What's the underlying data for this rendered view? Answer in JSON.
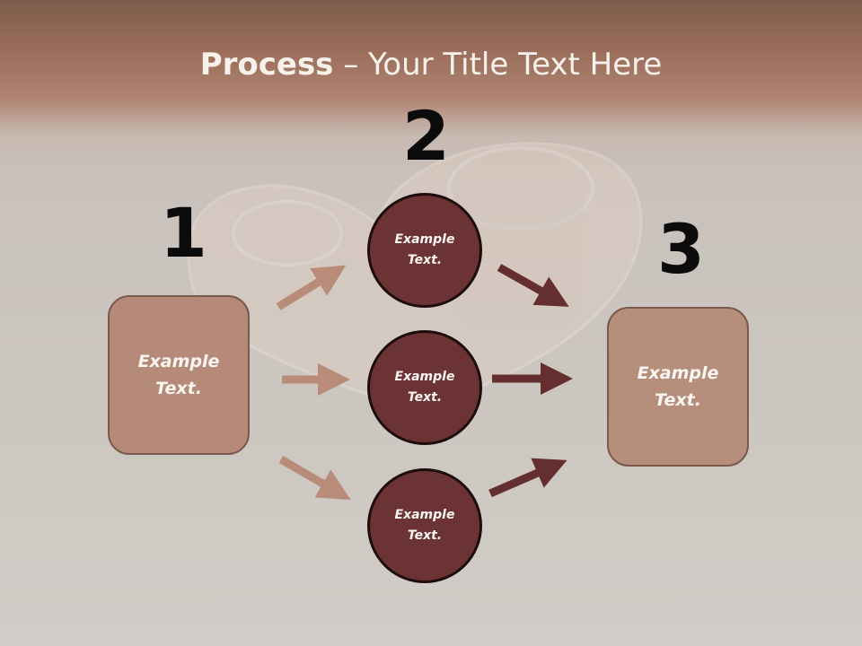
{
  "title": {
    "bold": "Process",
    "rest": " – Your Title Text Here"
  },
  "numbers": {
    "one": "1",
    "two": "2",
    "three": "3"
  },
  "boxes": {
    "left": "Example\nText.",
    "right": "Example\nText."
  },
  "circles": {
    "top": "Example\nText.",
    "middle": "Example\nText.",
    "bottom": "Example\nText."
  },
  "colors": {
    "box_left": "#b58a78",
    "box_right": "#b58e7c",
    "circle": "#6b3333",
    "arrow_light": "#b88c78",
    "arrow_dark": "#652f2f"
  }
}
